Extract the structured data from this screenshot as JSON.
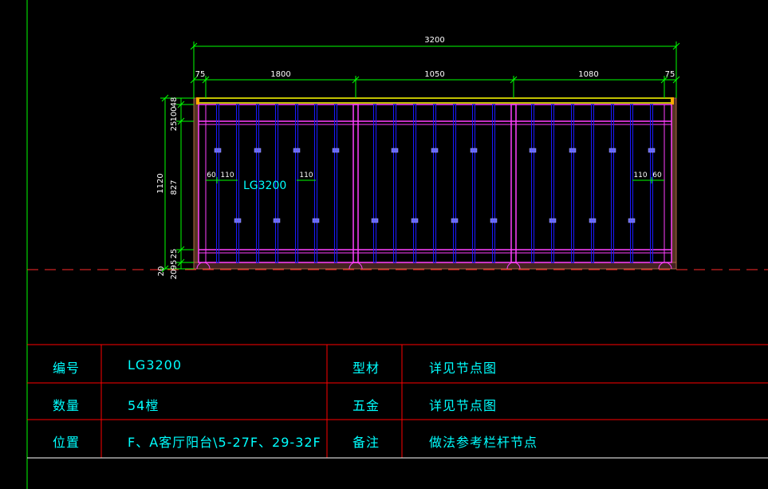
{
  "drawing": {
    "code_label": "LG3200",
    "dims_top": {
      "total": "3200",
      "segments": [
        "75",
        "1800",
        "1050",
        "1080",
        "75"
      ]
    },
    "dims_left": {
      "overall": "1120",
      "parts": [
        "25",
        "100",
        "48",
        "827",
        "25",
        "95",
        "20"
      ],
      "bottom": "20"
    },
    "dims_inner": {
      "left_a": "60",
      "left_b": "110",
      "mid": "110",
      "right_a": "110",
      "right_b": "60"
    }
  },
  "title_block": {
    "rows": [
      {
        "k1": "编号",
        "v1": "LG3200",
        "k2": "型材",
        "v2": "详见节点图"
      },
      {
        "k1": "数量",
        "v1": "54樘",
        "k2": "五金",
        "v2": "详见节点图"
      },
      {
        "k1": "位置",
        "v1": "F、A客厅阳台\\5-27F、29-32F",
        "k2": "备注",
        "v2": "做法参考栏杆节点"
      }
    ]
  },
  "colors": {
    "background": "#000000",
    "dimension": "#00ff00",
    "text": "#00ffff",
    "frame": "#ff40ff",
    "baluster": "#1a1aff",
    "handrail": "#ffff00",
    "grid": "#ff0000"
  }
}
